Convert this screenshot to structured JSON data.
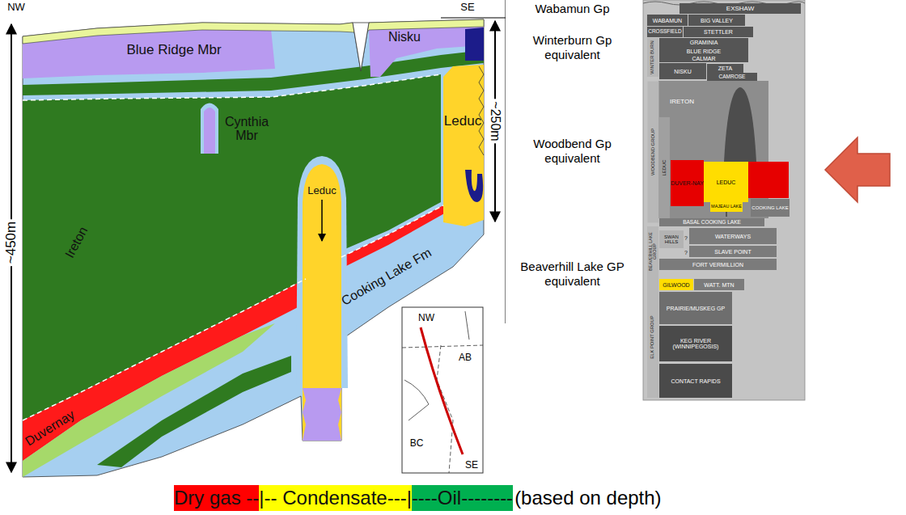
{
  "diagram": {
    "nodes": [
      {
        "text": [
          "Wabamun Gp"
        ]
      },
      {
        "text": [
          "Winterburn Gp equivalent"
        ]
      },
      {
        "text": [
          "Woodbend Gp equivalent"
        ]
      },
      {
        "text": [
          "Beaverhill Lake GP equivalent"
        ]
      },
      {
        "text": [
          "EXSHAW"
        ]
      },
      {
        "text": [
          "WABAMUN"
        ]
      },
      {
        "text": [
          "BIG VALLEY"
        ]
      },
      {
        "text": [
          "CROSSFIELD"
        ]
      },
      {
        "text": [
          "STETTLER"
        ]
      },
      {
        "text": [
          "WINTER BURN"
        ]
      },
      {
        "text": [
          "GRAMINIA"
        ]
      },
      {
        "text": [
          "BLUE RIDGE"
        ]
      },
      {
        "text": [
          "CALMAR"
        ]
      },
      {
        "text": [
          "NISKU"
        ]
      },
      {
        "text": [
          "ZETA"
        ]
      },
      {
        "text": [
          "CAMROSE"
        ]
      },
      {
        "text": [
          "WOODBEND GROUP"
        ]
      },
      {
        "text": [
          "IRETON"
        ]
      },
      {
        "text": [
          "LEDUC"
        ]
      },
      {
        "text": [
          "DUVER-NAY"
        ]
      },
      {
        "text": [
          "LEDUC"
        ]
      },
      {
        "text": [
          "MAJEAU LAKE"
        ]
      },
      {
        "text": [
          "COOKING LAKE"
        ]
      },
      {
        "text": [
          "BASAL COOKING LAKE"
        ]
      },
      {
        "text": [
          "BEAVERHILL LAKE GROUP"
        ]
      },
      {
        "text": [
          "SWAN HILLS"
        ]
      },
      {
        "text": [
          "WATERWAYS"
        ]
      },
      {
        "text": [
          "SLAVE POINT"
        ]
      },
      {
        "text": [
          "FORT VERMILLION"
        ]
      },
      {
        "text": [
          "GILWOOD"
        ]
      },
      {
        "text": [
          "WATT. MTN"
        ]
      },
      {
        "text": [
          "PRAIRIE/MUSKEG GP"
        ]
      },
      {
        "text": [
          "ELK POINT GROUP"
        ]
      },
      {
        "text": [
          "KEG RIVER (WINNIPEGOSIS)"
        ]
      },
      {
        "text": [
          "CONTACT RAPIDS"
        ]
      }
    ],
    "labels": [
      "NW",
      "SE",
      "Blue Ridge Mbr",
      "Nisku",
      "Cynthia Mbr",
      "Leduc",
      "Leduc",
      "Ireton",
      "Duvernay",
      "Cooking Lake Fm",
      "~450m",
      "~250m",
      "NW",
      "AB",
      "BC",
      "SE",
      "?",
      "?",
      "(based on depth)"
    ],
    "legend": [
      {
        "text": "Dry gas --",
        "color": "#ff0000"
      },
      {
        "text": "|-- Condensate---|",
        "color": "#ffff00"
      },
      {
        "text": "----Oil--------",
        "color": "#00b050"
      }
    ]
  }
}
